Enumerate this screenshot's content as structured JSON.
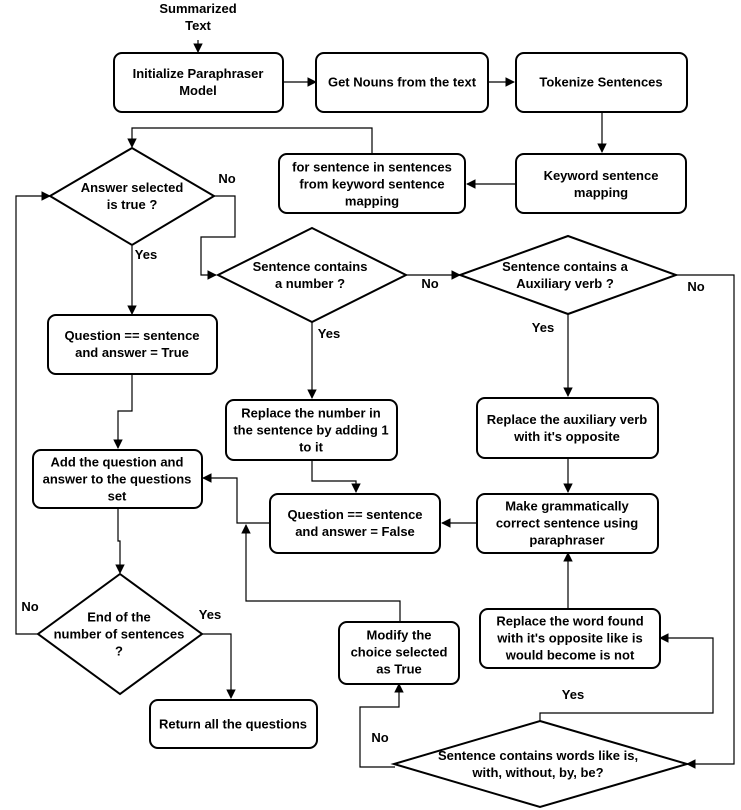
{
  "start_label": [
    "Summarized",
    "Text"
  ],
  "nodes": {
    "init_model": [
      "Initialize Paraphraser",
      "Model"
    ],
    "get_nouns": [
      "Get Nouns from the text"
    ],
    "tokenize": [
      "Tokenize Sentences"
    ],
    "keyword_mapping": [
      "Keyword sentence",
      "mapping"
    ],
    "for_loop": [
      "for sentence in sentences",
      "from keyword sentence",
      "mapping"
    ],
    "answer_selected": [
      "Answer selected",
      "is true ?"
    ],
    "question_true": [
      "Question == sentence",
      "and answer = True"
    ],
    "contains_number": [
      "Sentence contains",
      "a number ?"
    ],
    "replace_number": [
      "Replace the number in",
      "the sentence by adding 1",
      "to it"
    ],
    "contains_aux": [
      "Sentence contains a",
      "Auxiliary verb ?"
    ],
    "replace_aux": [
      "Replace the auxiliary verb",
      "with it's opposite"
    ],
    "add_question": [
      "Add the question and",
      "answer to the questions",
      "set"
    ],
    "question_false": [
      "Question == sentence",
      "and answer = False"
    ],
    "make_grammatical": [
      "Make grammatically",
      "correct sentence using",
      "paraphraser"
    ],
    "end_sentences": [
      "End of the",
      "number of sentences",
      "?"
    ],
    "modify_choice": [
      "Modify the",
      "choice selected",
      "as True"
    ],
    "replace_word": [
      "Replace the word found",
      "with it's opposite like is",
      "would become is not"
    ],
    "return_questions": [
      "Return all the questions"
    ],
    "contains_words": [
      "Sentence contains words like is,",
      "with, without, by, be?"
    ]
  },
  "edge_labels": {
    "answer_no": "No",
    "answer_yes": "Yes",
    "number_yes": "Yes",
    "number_no": "No",
    "aux_yes": "Yes",
    "aux_no": "No",
    "end_no": "No",
    "end_yes": "Yes",
    "words_yes": "Yes",
    "words_no": "No"
  }
}
